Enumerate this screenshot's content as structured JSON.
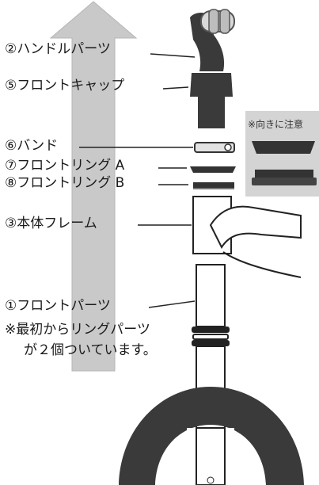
{
  "labels": {
    "handle_parts": "②ハンドルパーツ",
    "front_cap": "⑤フロントキャップ",
    "band": "⑥バンド",
    "front_ring_a": "⑦フロントリング A",
    "front_ring_b": "⑧フロントリング B",
    "body_frame": "③本体フレーム",
    "front_parts": "①フロントパーツ",
    "ring_note_line1": "※最初からリングパーツ",
    "ring_note_line2": "が２個ついています。"
  },
  "inset": {
    "caption": "※向きに注意"
  },
  "colors": {
    "arrow": "#c8c8c8",
    "ink": "#1f1f1f",
    "part_dark": "#3a3a3a",
    "inset_bg": "#d6d6d6"
  }
}
